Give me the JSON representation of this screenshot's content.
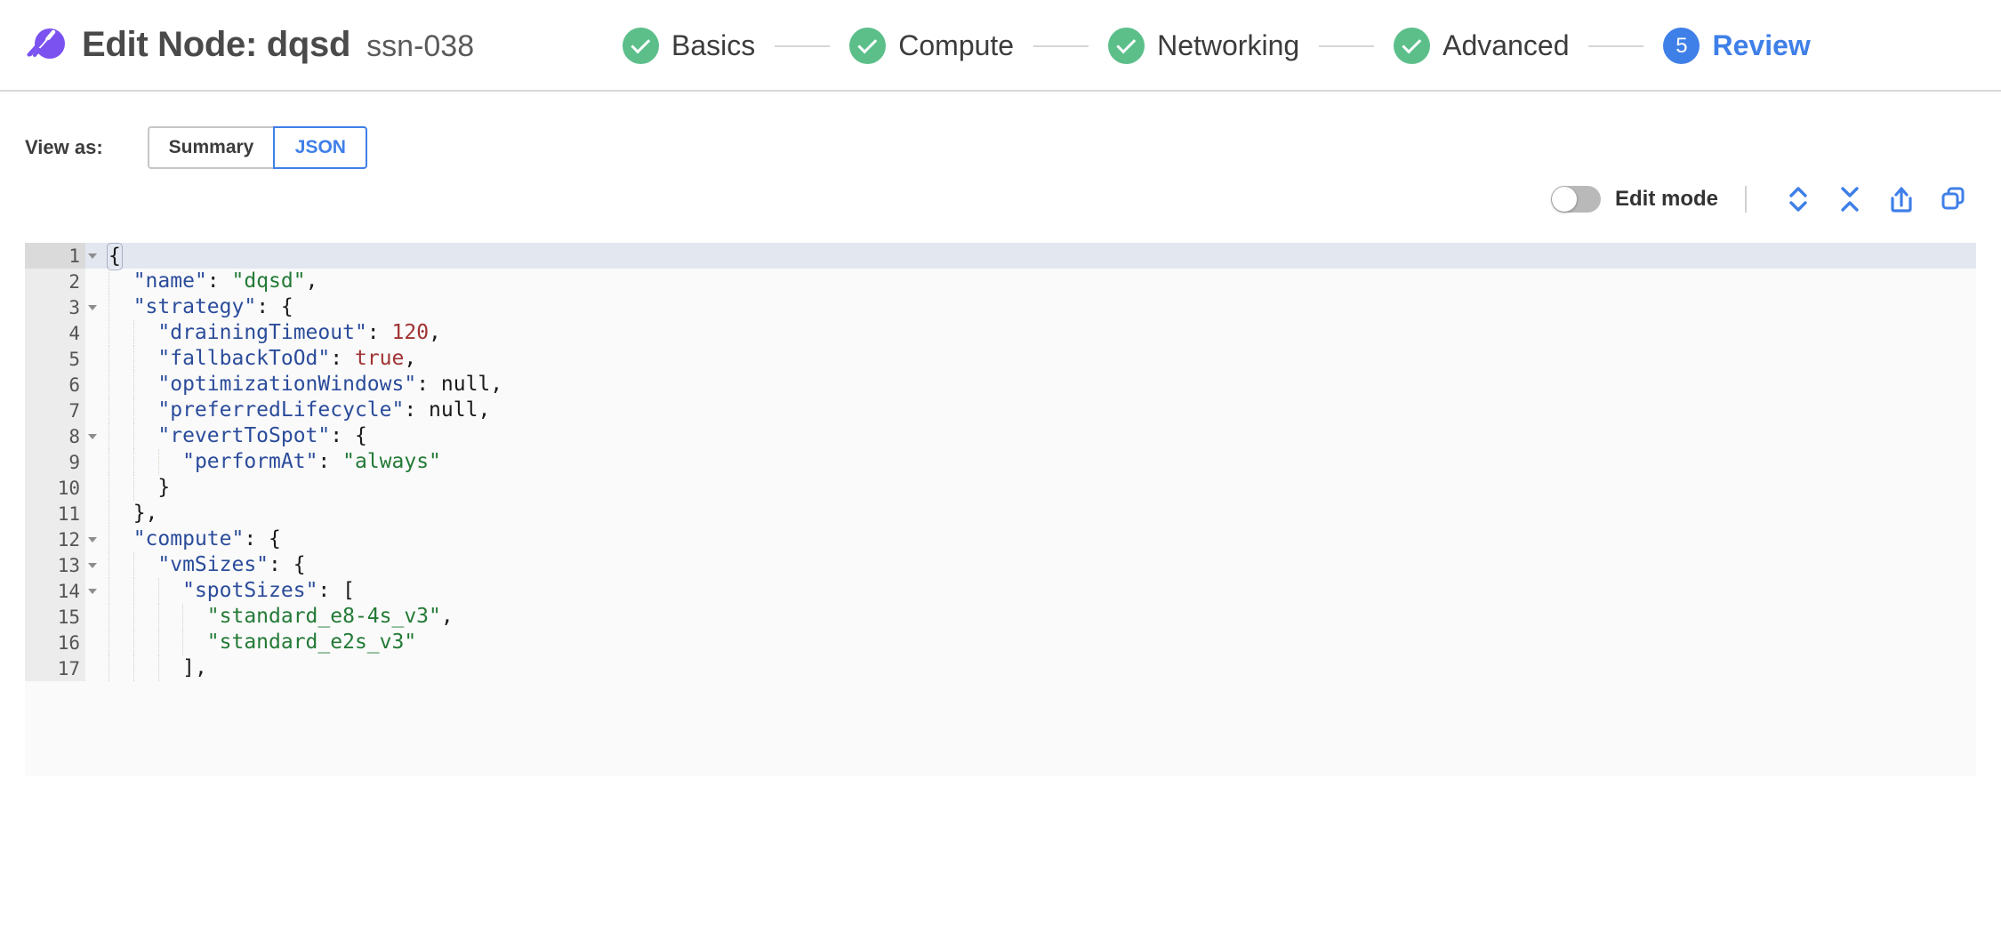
{
  "header": {
    "logo_name": "spot-logo-icon",
    "title": "Edit Node: dqsd",
    "subtitle": "ssn-038",
    "steps": [
      {
        "label": "Basics",
        "state": "done",
        "marker": "check"
      },
      {
        "label": "Compute",
        "state": "done",
        "marker": "check"
      },
      {
        "label": "Networking",
        "state": "done",
        "marker": "check"
      },
      {
        "label": "Advanced",
        "state": "done",
        "marker": "check"
      },
      {
        "label": "Review",
        "state": "active",
        "marker": "5"
      }
    ]
  },
  "view_as": {
    "label": "View as:",
    "options": [
      {
        "label": "Summary",
        "selected": false
      },
      {
        "label": "JSON",
        "selected": true
      }
    ]
  },
  "toolbar": {
    "edit_mode_label": "Edit mode",
    "edit_mode_enabled": false,
    "icons": [
      {
        "name": "expand-all-icon",
        "title": "Expand all"
      },
      {
        "name": "collapse-all-icon",
        "title": "Collapse all"
      },
      {
        "name": "share-export-icon",
        "title": "Export"
      },
      {
        "name": "copy-icon",
        "title": "Copy"
      }
    ]
  },
  "colors": {
    "accent_blue": "#3f7fe8",
    "step_done_green": "#5cbf8a",
    "brand_purple": "#7b52f0",
    "json_key": "#2b4c9b",
    "json_string": "#237a36",
    "json_number": "#a03232",
    "selected_line": "#e3e7f0"
  },
  "editor": {
    "language": "json",
    "selected_line": 1,
    "lines": [
      {
        "n": 1,
        "fold": true,
        "indent": 0,
        "tokens": [
          {
            "t": "punc",
            "v": "{"
          }
        ],
        "cursor_first": true
      },
      {
        "n": 2,
        "fold": false,
        "indent": 1,
        "tokens": [
          {
            "t": "key",
            "v": "\"name\""
          },
          {
            "t": "punc",
            "v": ": "
          },
          {
            "t": "str",
            "v": "\"dqsd\""
          },
          {
            "t": "punc",
            "v": ","
          }
        ]
      },
      {
        "n": 3,
        "fold": true,
        "indent": 1,
        "tokens": [
          {
            "t": "key",
            "v": "\"strategy\""
          },
          {
            "t": "punc",
            "v": ": {"
          }
        ]
      },
      {
        "n": 4,
        "fold": false,
        "indent": 2,
        "tokens": [
          {
            "t": "key",
            "v": "\"drainingTimeout\""
          },
          {
            "t": "punc",
            "v": ": "
          },
          {
            "t": "num",
            "v": "120"
          },
          {
            "t": "punc",
            "v": ","
          }
        ]
      },
      {
        "n": 5,
        "fold": false,
        "indent": 2,
        "tokens": [
          {
            "t": "key",
            "v": "\"fallbackToOd\""
          },
          {
            "t": "punc",
            "v": ": "
          },
          {
            "t": "bool",
            "v": "true"
          },
          {
            "t": "punc",
            "v": ","
          }
        ]
      },
      {
        "n": 6,
        "fold": false,
        "indent": 2,
        "tokens": [
          {
            "t": "key",
            "v": "\"optimizationWindows\""
          },
          {
            "t": "punc",
            "v": ": "
          },
          {
            "t": "null",
            "v": "null"
          },
          {
            "t": "punc",
            "v": ","
          }
        ]
      },
      {
        "n": 7,
        "fold": false,
        "indent": 2,
        "tokens": [
          {
            "t": "key",
            "v": "\"preferredLifecycle\""
          },
          {
            "t": "punc",
            "v": ": "
          },
          {
            "t": "null",
            "v": "null"
          },
          {
            "t": "punc",
            "v": ","
          }
        ]
      },
      {
        "n": 8,
        "fold": true,
        "indent": 2,
        "tokens": [
          {
            "t": "key",
            "v": "\"revertToSpot\""
          },
          {
            "t": "punc",
            "v": ": {"
          }
        ]
      },
      {
        "n": 9,
        "fold": false,
        "indent": 3,
        "tokens": [
          {
            "t": "key",
            "v": "\"performAt\""
          },
          {
            "t": "punc",
            "v": ": "
          },
          {
            "t": "str",
            "v": "\"always\""
          }
        ]
      },
      {
        "n": 10,
        "fold": false,
        "indent": 2,
        "tokens": [
          {
            "t": "punc",
            "v": "}"
          }
        ]
      },
      {
        "n": 11,
        "fold": false,
        "indent": 1,
        "tokens": [
          {
            "t": "punc",
            "v": "},"
          }
        ]
      },
      {
        "n": 12,
        "fold": true,
        "indent": 1,
        "tokens": [
          {
            "t": "key",
            "v": "\"compute\""
          },
          {
            "t": "punc",
            "v": ": {"
          }
        ]
      },
      {
        "n": 13,
        "fold": true,
        "indent": 2,
        "tokens": [
          {
            "t": "key",
            "v": "\"vmSizes\""
          },
          {
            "t": "punc",
            "v": ": {"
          }
        ]
      },
      {
        "n": 14,
        "fold": true,
        "indent": 3,
        "tokens": [
          {
            "t": "key",
            "v": "\"spotSizes\""
          },
          {
            "t": "punc",
            "v": ": ["
          }
        ]
      },
      {
        "n": 15,
        "fold": false,
        "indent": 4,
        "tokens": [
          {
            "t": "str",
            "v": "\"standard_e8-4s_v3\""
          },
          {
            "t": "punc",
            "v": ","
          }
        ]
      },
      {
        "n": 16,
        "fold": false,
        "indent": 4,
        "tokens": [
          {
            "t": "str",
            "v": "\"standard_e2s_v3\""
          }
        ]
      },
      {
        "n": 17,
        "fold": false,
        "indent": 3,
        "tokens": [
          {
            "t": "punc",
            "v": "],"
          }
        ]
      }
    ]
  }
}
